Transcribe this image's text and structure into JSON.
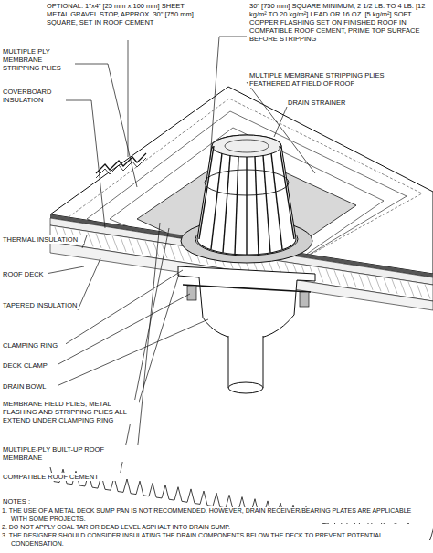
{
  "diagram": {
    "labels": [
      "OPTIONAL: 1\"x4\" [25 mm x 100 mm] SHEET METAL GRAVEL STOP, APPROX. 30\" [750 mm] SQUARE, SET IN ROOF CEMENT",
      "MULTIPLE PLY MEMBRANE STRIPPING PLIES",
      "COVERBOARD INSULATION",
      "THERMAL INSULATION",
      "ROOF DECK",
      "TAPERED INSULATION",
      "CLAMPING RING",
      "DECK CLAMP",
      "DRAIN BOWL",
      "MEMBRANE FIELD PLIES, METAL FLASHING AND STRIPPING PLIES ALL EXTEND UNDER CLAMPING RING",
      "MULTIPLE-PLY BUILT-UP ROOF MEMBRANE",
      "COMPATIBLE ROOF CEMENT",
      "30\" [750 mm] SQUARE MINIMUM, 2 1/2 LB. TO 4 LB. [12 kg/m² TO 20 kg/m²] LEAD OR 16 OZ. [5 kg/m²] SOFT COPPER FLASHING SET ON FINISHED ROOF IN COMPATIBLE ROOF CEMENT, PRIME TOP SURFACE BEFORE STRIPPING",
      "MULTIPLE MEMBRANE STRIPPING PLIES FEATHERED AT FIELD OF ROOF",
      "DRAIN STRAINER",
      "NOTES :",
      "1. THE USE OF A METAL DECK SUMP PAN IS NOT RECOMMENDED. HOWEVER, DRAIN RECEIVER/BEARING PLATES ARE APPLICABLE WITH SOME PROJECTS.",
      "2. DO NOT APPLY COAL TAR OR DEAD LEVEL ASPHALT INTO DRAIN SUMP.",
      "3. THE DESIGNER SHOULD CONSIDER INSULATING THE DRAIN COMPONENTS BELOW THE DECK TO PREVENT POTENTIAL CONDENSATION."
    ]
  }
}
